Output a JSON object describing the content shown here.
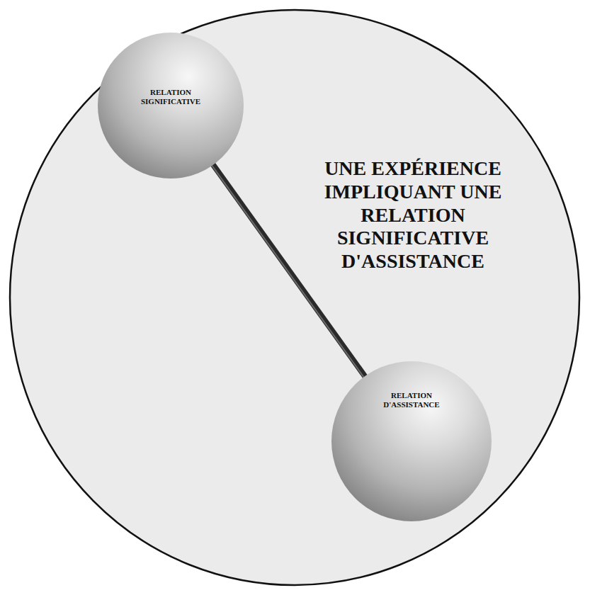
{
  "diagram": {
    "nodes": [
      {
        "text": [
          "UNE EXPÉRIENCE IMPLIQUANT UNE RELATION SIGNIFICATIVE D'ASSISTANCE"
        ]
      },
      {
        "text": [
          "RELATION SIGNIFICATIVE"
        ],
        "in": 0
      },
      {
        "text": [
          "RELATION D'ASSISTANCE"
        ],
        "in": 0
      }
    ],
    "edges": [
      {
        "from": 1,
        "to": 2,
        "arrow": "none"
      }
    ]
  }
}
